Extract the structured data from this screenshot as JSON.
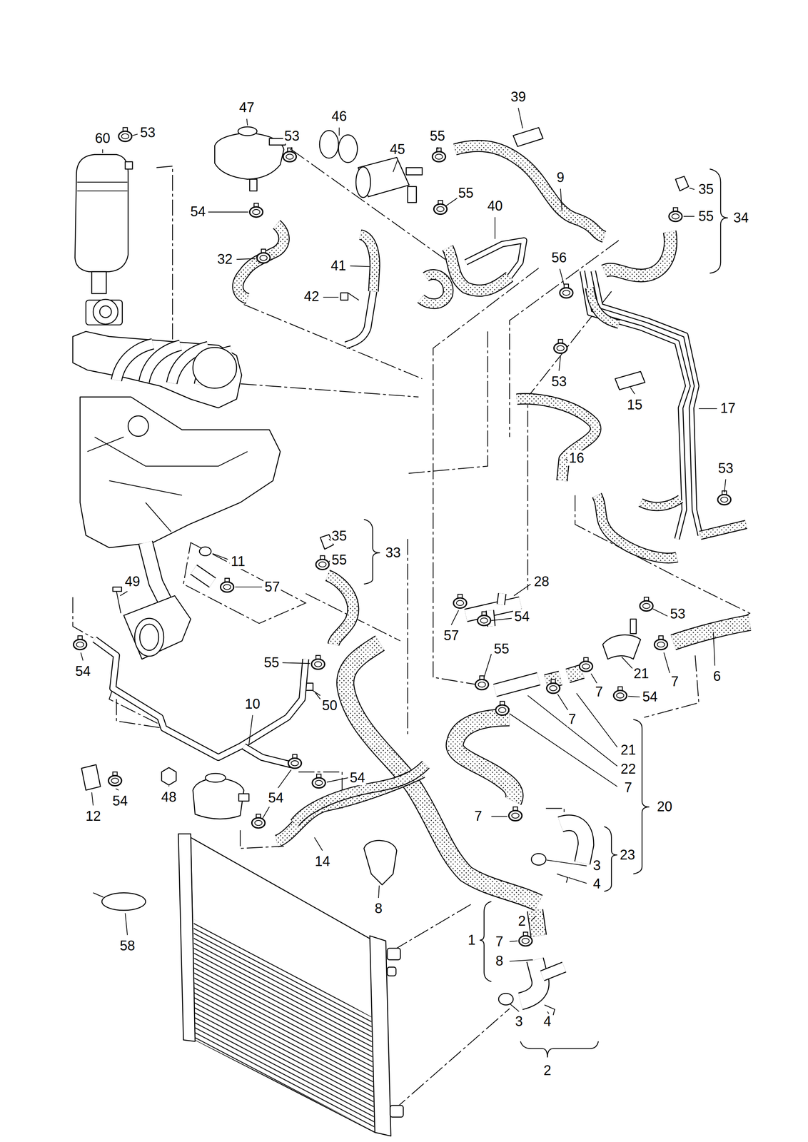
{
  "diagram": {
    "labels": [
      "39",
      "47",
      "46",
      "60",
      "53",
      "53",
      "45",
      "55",
      "9",
      "55",
      "35",
      "55",
      "34",
      "40",
      "54",
      "32",
      "41",
      "56",
      "42",
      "53",
      "15",
      "17",
      "16",
      "53",
      "35",
      "33",
      "11",
      "55",
      "49",
      "57",
      "28",
      "54",
      "57",
      "53",
      "54",
      "55",
      "55",
      "21",
      "7",
      "7",
      "6",
      "54",
      "7",
      "50",
      "10",
      "21",
      "22",
      "54",
      "54",
      "12",
      "54",
      "48",
      "7",
      "20",
      "7",
      "23",
      "3",
      "14",
      "4",
      "2",
      "7",
      "1",
      "8",
      "8",
      "58",
      "3",
      "4",
      "2"
    ]
  }
}
